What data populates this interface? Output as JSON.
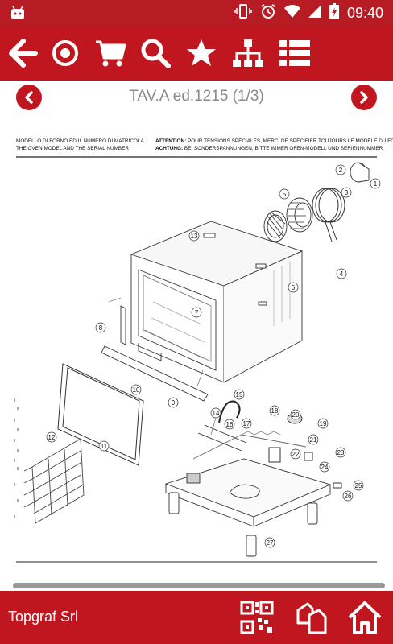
{
  "status_bar": {
    "time": "09:40",
    "icons": [
      "android-icon",
      "vibrate-icon",
      "alarm-icon",
      "wifi-icon",
      "signal-icon",
      "battery-charging-icon"
    ]
  },
  "toolbar": {
    "icons": [
      "back-arrow-icon",
      "target-icon",
      "cart-icon",
      "search-icon",
      "star-icon",
      "hierarchy-icon",
      "list-icon"
    ]
  },
  "page": {
    "title": "TAV.A ed.1215 (1/3)"
  },
  "drawing": {
    "note_left_line1": "MODELLO DI FORNO ED IL NUMERO DI MATRICOLA",
    "note_left_line2": "THE OVEN MODEL AND THE SERIAL NUMBER",
    "note_right_line1_bold": "ATTENTION:",
    "note_right_line1": "POUR TENSIONS SPÉCIALES, MERCI DE SPÉCIFIER TOUJOURS LE MODÈLE DU FO",
    "note_right_line2_bold": "ACHTUNG:",
    "note_right_line2": "BEI SONDERSPANNUNGEN, BITTE IMMER OFEN-MODELL UND SERIENNUMMER",
    "callouts": [
      "1",
      "2",
      "3",
      "4",
      "5",
      "6",
      "7",
      "8",
      "9",
      "10",
      "11",
      "12",
      "13",
      "14",
      "15",
      "16",
      "17",
      "18",
      "19",
      "20",
      "21",
      "22",
      "23",
      "24",
      "25",
      "26",
      "27"
    ]
  },
  "bottom_bar": {
    "company": "Topgraf Srl",
    "icons": [
      "qr-code-icon",
      "copy-pages-icon",
      "home-icon"
    ]
  },
  "colors": {
    "primary_red": "#c0161f",
    "status_red": "#b71c24",
    "title_gray": "#8a8a8a"
  }
}
